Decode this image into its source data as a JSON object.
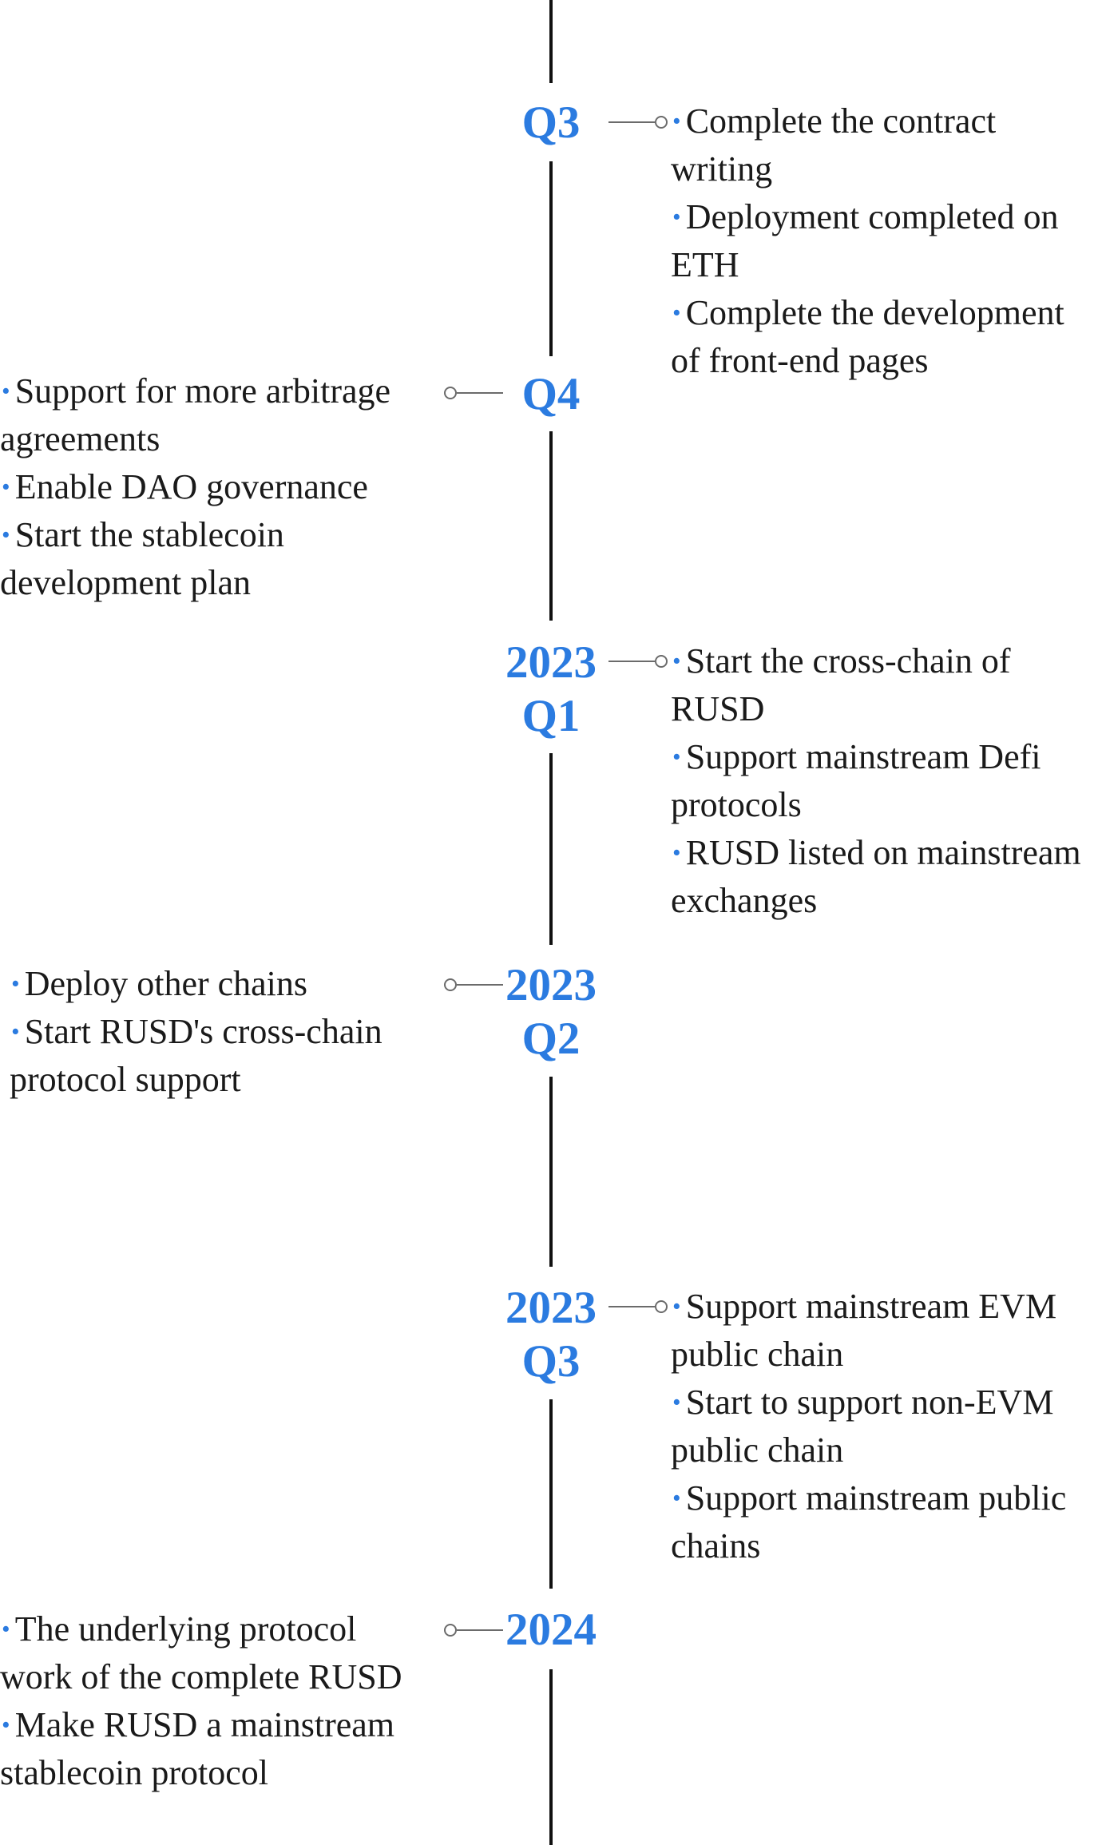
{
  "accent_color": "#2b7be0",
  "line_color": "#111111",
  "milestones": [
    {
      "label": "Q3",
      "items": [
        "Complete the contract writing",
        "Deployment completed on ETH",
        "Complete the development of front-end pages"
      ]
    },
    {
      "label": "Q4",
      "items": [
        "Support for more arbitrage agreements",
        "Enable DAO governance",
        "Start the stablecoin development plan"
      ]
    },
    {
      "label": "2023\nQ1",
      "items": [
        "Start the cross-chain of RUSD",
        "Support mainstream Defi protocols",
        "RUSD listed on mainstream exchanges"
      ]
    },
    {
      "label": "2023\nQ2",
      "items": [
        "Deploy other chains",
        "Start RUSD's cross-chain protocol support"
      ]
    },
    {
      "label": "2023\nQ3",
      "items": [
        "Support mainstream EVM public chain",
        "Start to support non-EVM public chain",
        "Support mainstream public chains"
      ]
    },
    {
      "label": "2024",
      "items": [
        "The underlying protocol work of the complete RUSD",
        "Make RUSD a mainstream stablecoin protocol"
      ]
    }
  ]
}
